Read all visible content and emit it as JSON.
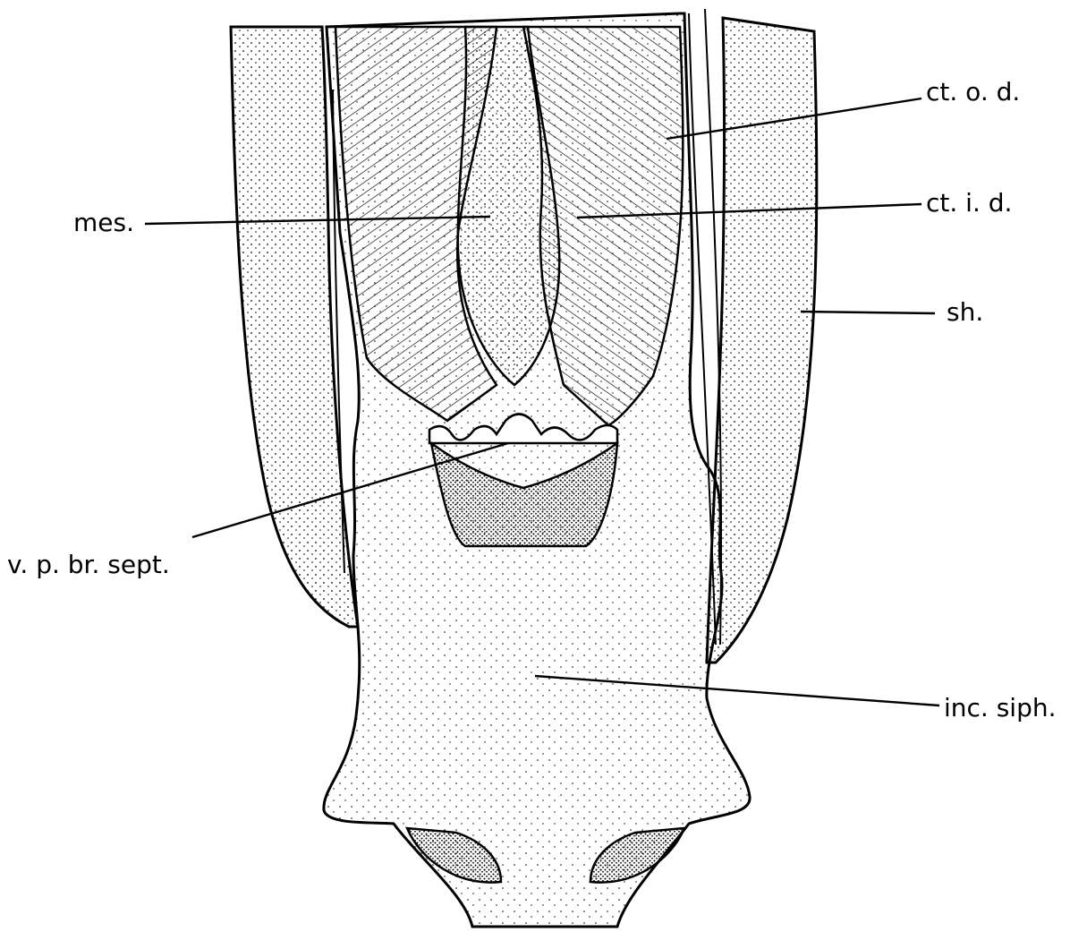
{
  "labels": {
    "ct_o_d": "ct. o. d.",
    "ct_i_d": "ct. i. d.",
    "mes": "mes.",
    "sh": "sh.",
    "v_p_br_sept": "v. p. br. sept.",
    "inc_siph": "inc. siph."
  },
  "colors": {
    "ink": "#000000",
    "paper": "#ffffff"
  }
}
